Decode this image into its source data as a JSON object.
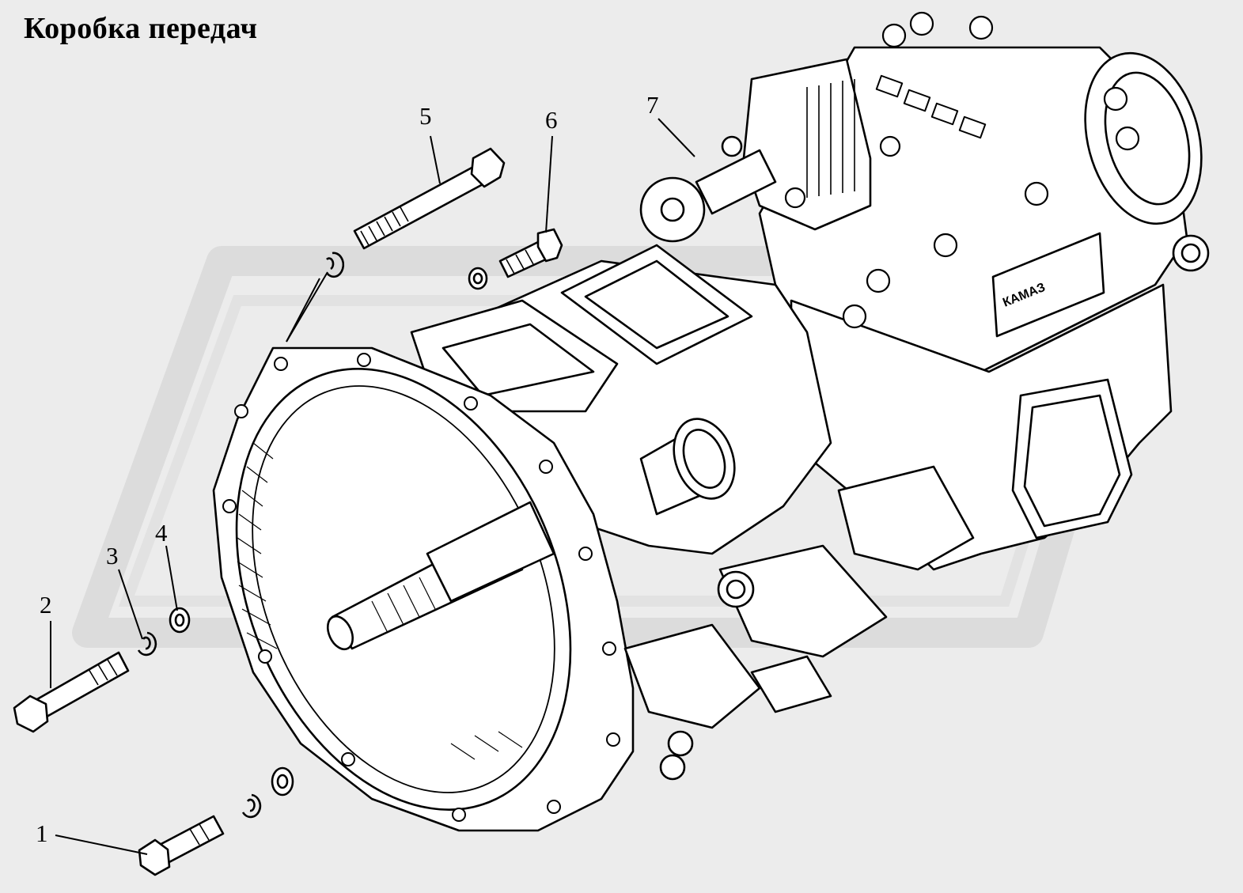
{
  "title": "Коробка передач",
  "nameplate": "КАМАЗ",
  "callouts": [
    {
      "id": "1",
      "label": "1"
    },
    {
      "id": "2",
      "label": "2"
    },
    {
      "id": "3",
      "label": "3"
    },
    {
      "id": "4",
      "label": "4"
    },
    {
      "id": "5",
      "label": "5"
    },
    {
      "id": "6",
      "label": "6"
    },
    {
      "id": "7",
      "label": "7"
    }
  ],
  "colors": {
    "background": "#ececec",
    "watermark": "#dedede",
    "line": "#000000",
    "fill": "#ffffff"
  }
}
